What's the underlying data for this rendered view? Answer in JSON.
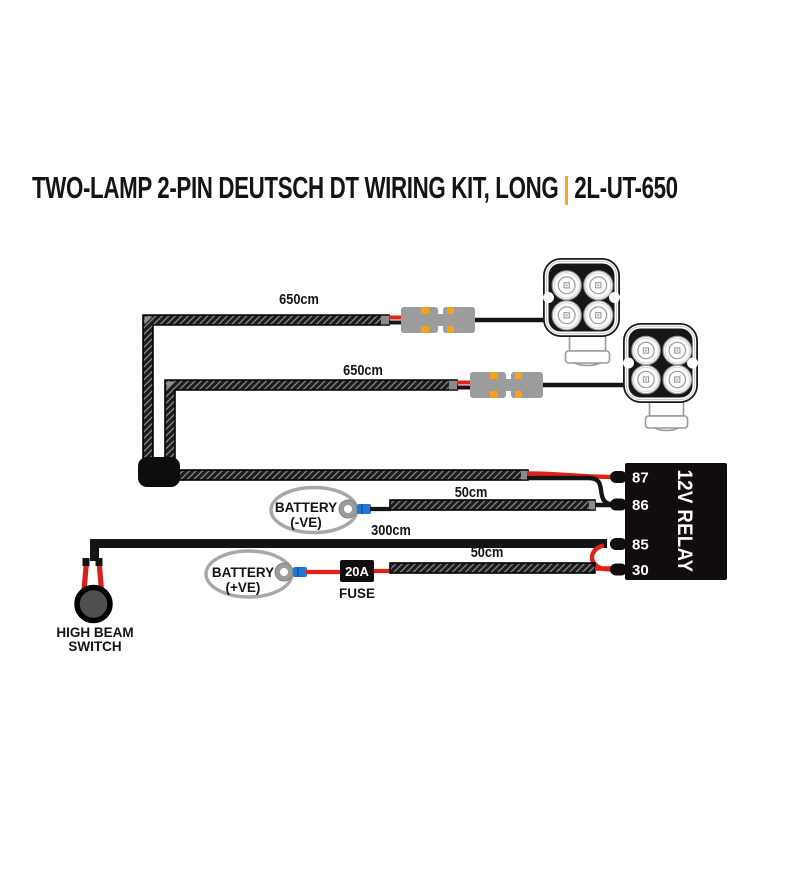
{
  "title": {
    "main": "TWO-LAMP 2-PIN DEUTSCH DT WIRING KIT, LONG",
    "separator": "|",
    "part_number": "2L-UT-650"
  },
  "cables": {
    "lamp1_length": "650cm",
    "lamp2_length": "650cm",
    "negative_length": "50cm",
    "positive_length": "50cm",
    "switch_length": "300cm"
  },
  "battery_negative": {
    "line1": "BATTERY",
    "line2": "(-VE)"
  },
  "battery_positive": {
    "line1": "BATTERY",
    "line2": "(+VE)"
  },
  "fuse": {
    "rating": "20A",
    "label": "FUSE"
  },
  "relay": {
    "label": "12V RELAY",
    "pins": {
      "p87": "87",
      "p86": "86",
      "p85": "85",
      "p30": "30"
    }
  },
  "switch": {
    "line1": "HIGH BEAM",
    "line2": "SWITCH"
  },
  "colors": {
    "accent_orange": "#F9A11B",
    "wire_red": "#E32119",
    "wire_black": "#141414",
    "connector_gray": "#9C9C9C",
    "crimp_blue": "#2176D9",
    "relay_black": "#120D0D",
    "outline_gray": "#A8A8A8",
    "braid_dark": "#1B1B1B",
    "braid_hatch": "#909090",
    "switch_gray": "#4F4F4F"
  }
}
